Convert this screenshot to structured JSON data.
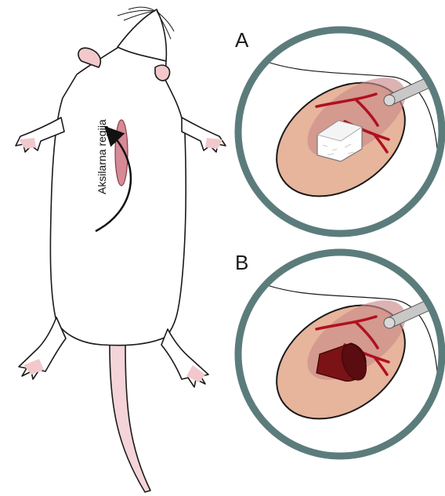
{
  "labels": {
    "panel_a": "A",
    "panel_b": "B",
    "region": "Aksilarna regija"
  },
  "colors": {
    "outline": "#1a1a1a",
    "skin_pink": "#f2c8cc",
    "incision": "#d58a96",
    "magnifier_ring": "#5c7c7c",
    "tissue": "#e7b49c",
    "vessel": "#b01020",
    "implant_white": "#ffffff",
    "implant_dark": "#7a1216",
    "probe": "#c8c8c8"
  },
  "icons": {
    "arrow": "curved-arrow-icon",
    "probe": "probe-icon"
  }
}
